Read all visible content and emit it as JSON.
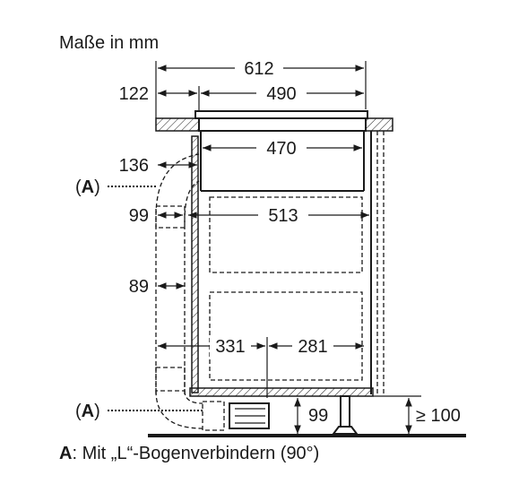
{
  "header": {
    "units_label": "Maße in mm"
  },
  "dimensions": {
    "total_width": "612",
    "left_offset": "122",
    "hob_width": "490",
    "cutout_width": "470",
    "side_clearance": "136",
    "duct_width": "99",
    "inner_width": "513",
    "duct_gap": "89",
    "left_part": "331",
    "right_part": "281",
    "plinth_height": "99",
    "min_height": "≥ 100"
  },
  "callouts": {
    "a_upper": "A",
    "a_lower": "A"
  },
  "legend": {
    "key": "A",
    "text": ": Mit „L“-Bogenverbindern (90°)"
  }
}
